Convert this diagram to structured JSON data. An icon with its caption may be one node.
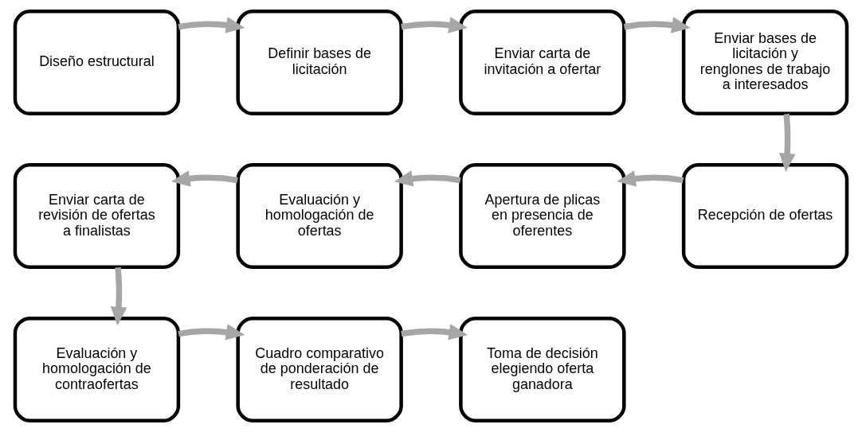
{
  "diagram": {
    "nodes": [
      {
        "text": [
          "Diseño estructural"
        ]
      },
      {
        "text": [
          "Definir bases de licitación"
        ]
      },
      {
        "text": [
          "Enviar carta de invitación a ofertar"
        ]
      },
      {
        "text": [
          "Enviar bases de licitación y renglones de trabajo a interesados"
        ]
      },
      {
        "text": [
          "Recepción de ofertas"
        ]
      },
      {
        "text": [
          "Apertura de plicas en presencia de oferentes"
        ]
      },
      {
        "text": [
          "Evaluación y homologación de ofertas"
        ]
      },
      {
        "text": [
          "Enviar carta de revisión de ofertas a finalistas"
        ]
      },
      {
        "text": [
          "Evaluación y homologación de contraofertas"
        ]
      },
      {
        "text": [
          "Cuadro comparativo de ponderación de resultado"
        ]
      },
      {
        "text": [
          "Toma de decisión elegiendo oferta ganadora"
        ]
      }
    ],
    "edges": [
      {
        "from": 0,
        "to": 1,
        "arrow": "to"
      },
      {
        "from": 1,
        "to": 2,
        "arrow": "to"
      },
      {
        "from": 2,
        "to": 3,
        "arrow": "to"
      },
      {
        "from": 3,
        "to": 4,
        "arrow": "to"
      },
      {
        "from": 4,
        "to": 5,
        "arrow": "to"
      },
      {
        "from": 5,
        "to": 6,
        "arrow": "to"
      },
      {
        "from": 6,
        "to": 7,
        "arrow": "to"
      },
      {
        "from": 7,
        "to": 8,
        "arrow": "to"
      },
      {
        "from": 8,
        "to": 9,
        "arrow": "to"
      },
      {
        "from": 9,
        "to": 10,
        "arrow": "to"
      }
    ]
  }
}
